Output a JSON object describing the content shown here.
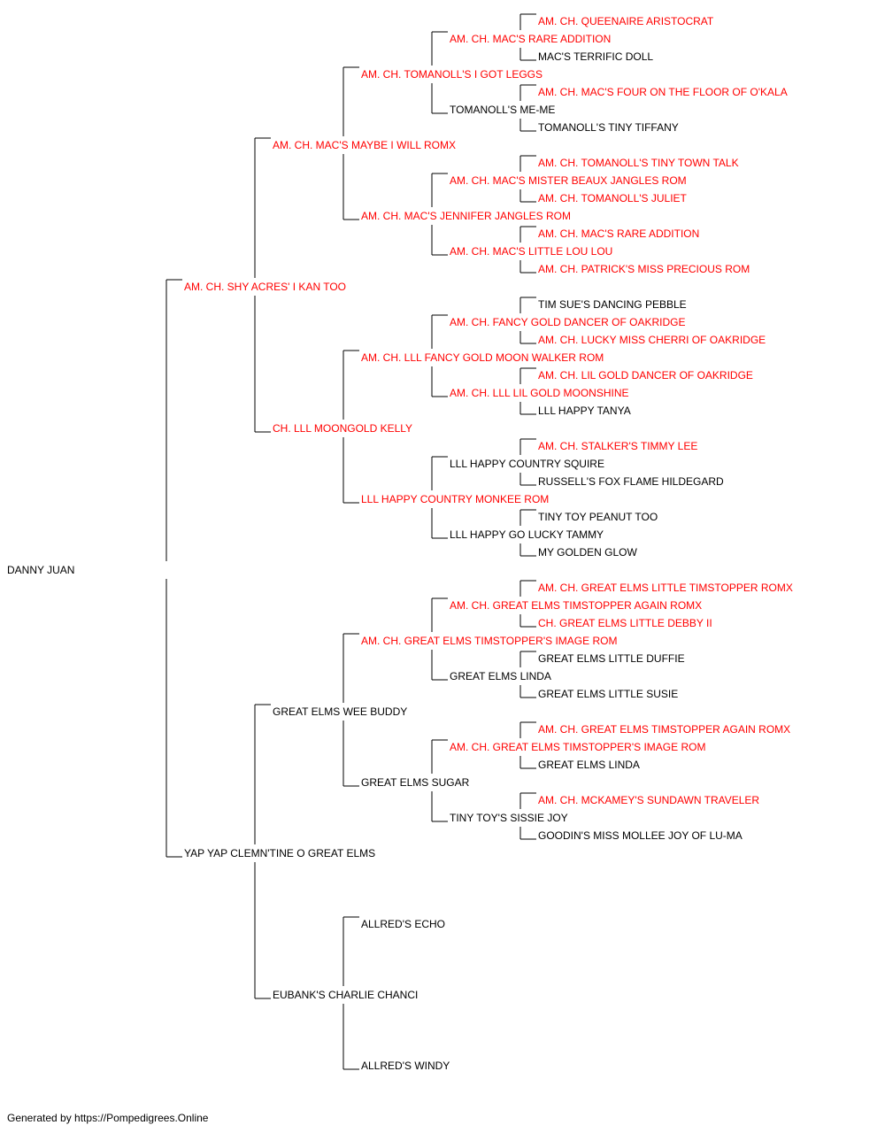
{
  "colors": {
    "champion": "#ff0000",
    "regular": "#000000",
    "line": "#000000"
  },
  "pedigree": {
    "name": "DANNY JUAN",
    "champion": false,
    "sire": {
      "name": "AM. CH. SHY ACRES' I KAN TOO",
      "champion": true,
      "sire": {
        "name": "AM. CH. MAC'S MAYBE I WILL ROMX",
        "champion": true,
        "sire": {
          "name": "AM. CH. TOMANOLL'S I GOT LEGGS",
          "champion": true,
          "sire": {
            "name": "AM. CH. MAC'S RARE ADDITION",
            "champion": true,
            "sire": {
              "name": "AM. CH. QUEENAIRE ARISTOCRAT",
              "champion": true
            },
            "dam": {
              "name": "MAC'S TERRIFIC DOLL",
              "champion": false
            }
          },
          "dam": {
            "name": "TOMANOLL'S ME-ME",
            "champion": false,
            "sire": {
              "name": "AM. CH. MAC'S FOUR ON THE FLOOR OF O'KALA",
              "champion": true
            },
            "dam": {
              "name": "TOMANOLL'S TINY TIFFANY",
              "champion": false
            }
          }
        },
        "dam": {
          "name": "AM. CH. MAC'S JENNIFER JANGLES ROM",
          "champion": true,
          "sire": {
            "name": "AM. CH. MAC'S MISTER BEAUX JANGLES ROM",
            "champion": true,
            "sire": {
              "name": "AM. CH. TOMANOLL'S TINY TOWN TALK",
              "champion": true
            },
            "dam": {
              "name": "AM. CH. TOMANOLL'S JULIET",
              "champion": true
            }
          },
          "dam": {
            "name": "AM. CH. MAC'S LITTLE LOU LOU",
            "champion": true,
            "sire": {
              "name": "AM. CH. MAC'S RARE ADDITION",
              "champion": true
            },
            "dam": {
              "name": "AM. CH. PATRICK'S MISS PRECIOUS ROM",
              "champion": true
            }
          }
        }
      },
      "dam": {
        "name": "CH. LLL MOONGOLD KELLY",
        "champion": true,
        "sire": {
          "name": "AM. CH. LLL FANCY GOLD MOON WALKER ROM",
          "champion": true,
          "sire": {
            "name": "AM. CH. FANCY GOLD DANCER OF OAKRIDGE",
            "champion": true,
            "sire": {
              "name": "TIM SUE'S DANCING PEBBLE",
              "champion": false
            },
            "dam": {
              "name": "AM. CH. LUCKY MISS CHERRI OF OAKRIDGE",
              "champion": true
            }
          },
          "dam": {
            "name": "AM. CH. LLL LIL GOLD MOONSHINE",
            "champion": true,
            "sire": {
              "name": "AM. CH. LIL GOLD DANCER OF OAKRIDGE",
              "champion": true
            },
            "dam": {
              "name": "LLL HAPPY TANYA",
              "champion": false
            }
          }
        },
        "dam": {
          "name": "LLL HAPPY COUNTRY MONKEE ROM",
          "champion": true,
          "sire": {
            "name": "LLL HAPPY COUNTRY SQUIRE",
            "champion": false,
            "sire": {
              "name": "AM. CH. STALKER'S TIMMY LEE",
              "champion": true
            },
            "dam": {
              "name": "RUSSELL'S FOX FLAME HILDEGARD",
              "champion": false
            }
          },
          "dam": {
            "name": "LLL HAPPY GO LUCKY TAMMY",
            "champion": false,
            "sire": {
              "name": "TINY TOY PEANUT TOO",
              "champion": false
            },
            "dam": {
              "name": "MY GOLDEN GLOW",
              "champion": false
            }
          }
        }
      }
    },
    "dam": {
      "name": "YAP YAP CLEMN'TINE O GREAT ELMS",
      "champion": false,
      "sire": {
        "name": "GREAT ELMS WEE BUDDY",
        "champion": false,
        "sire": {
          "name": "AM. CH. GREAT ELMS TIMSTOPPER'S IMAGE ROM",
          "champion": true,
          "sire": {
            "name": "AM. CH. GREAT ELMS TIMSTOPPER AGAIN ROMX",
            "champion": true,
            "sire": {
              "name": "AM. CH. GREAT ELMS LITTLE TIMSTOPPER ROMX",
              "champion": true
            },
            "dam": {
              "name": "CH. GREAT ELMS LITTLE DEBBY II",
              "champion": true
            }
          },
          "dam": {
            "name": "GREAT ELMS LINDA",
            "champion": false,
            "sire": {
              "name": "GREAT ELMS LITTLE DUFFIE",
              "champion": false
            },
            "dam": {
              "name": "GREAT ELMS LITTLE SUSIE",
              "champion": false
            }
          }
        },
        "dam": {
          "name": "GREAT ELMS SUGAR",
          "champion": false,
          "sire": {
            "name": "AM. CH. GREAT ELMS TIMSTOPPER'S IMAGE ROM",
            "champion": true,
            "sire": {
              "name": "AM. CH. GREAT ELMS TIMSTOPPER AGAIN ROMX",
              "champion": true
            },
            "dam": {
              "name": "GREAT ELMS LINDA",
              "champion": false
            }
          },
          "dam": {
            "name": "TINY TOY'S SISSIE JOY",
            "champion": false,
            "sire": {
              "name": "AM. CH. MCKAMEY'S SUNDAWN TRAVELER",
              "champion": true
            },
            "dam": {
              "name": "GOODIN'S MISS MOLLEE JOY OF LU-MA",
              "champion": false
            }
          }
        }
      },
      "dam": {
        "name": "EUBANK'S CHARLIE CHANCI",
        "champion": false,
        "sire": {
          "name": "ALLRED'S ECHO",
          "champion": false
        },
        "dam": {
          "name": "ALLRED'S WINDY",
          "champion": false
        }
      }
    }
  },
  "footer": {
    "text": "Generated by https://Pompedigrees.Online"
  }
}
